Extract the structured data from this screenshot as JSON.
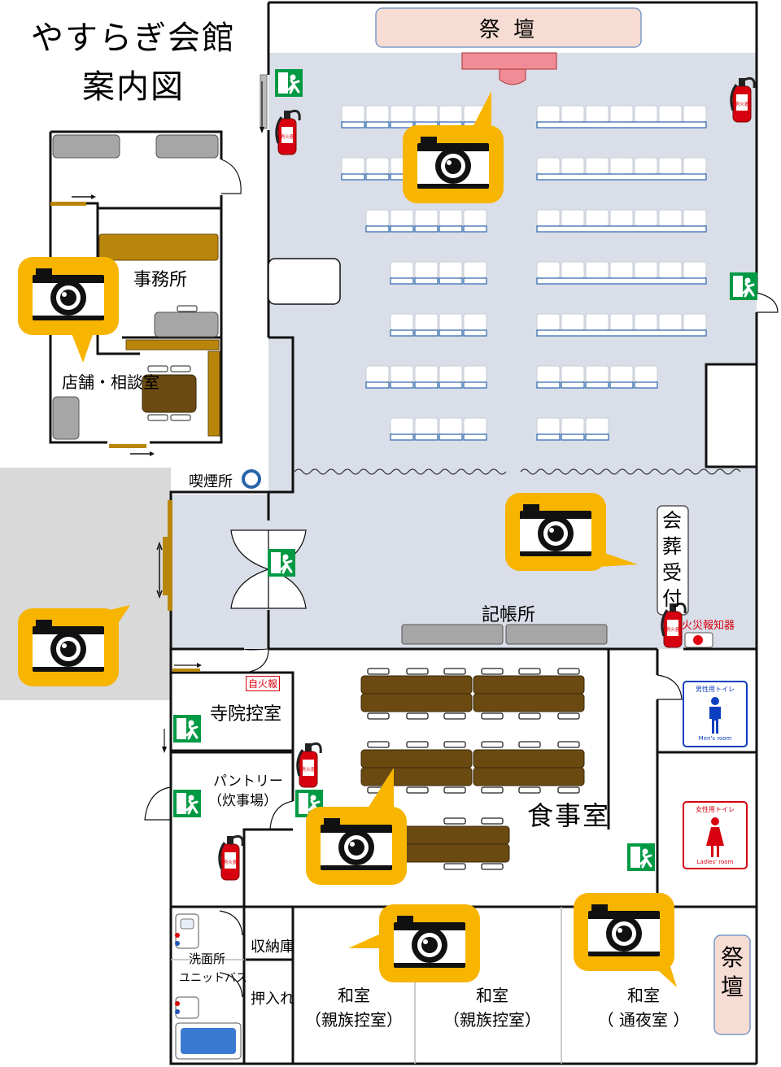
{
  "title": {
    "line1": "やすらぎ会館",
    "line2": "案内図"
  },
  "rooms": {
    "altar_top": "祭 壇",
    "altar_side": "祭壇",
    "office": "事務所",
    "shop": "店舗・相談室",
    "smoking": "喫煙所",
    "reception": [
      "会",
      "葬",
      "受",
      "付"
    ],
    "registry": "記帳所",
    "fire_alarm": "火災報知器",
    "temple": "寺院控室",
    "auto_fire": "自火報",
    "pantry": "パントリー",
    "pantry_sub": "（炊事場）",
    "dining": "食事室",
    "mens": "男性用トイレ",
    "mens_en": "Men's room",
    "ladies": "女性用トイレ",
    "ladies_en": "Ladies' room",
    "washroom": "洗面所",
    "unitbath": "ユニットバス",
    "storage": "収納庫",
    "closet": "押入れ",
    "washitsu1": "和室",
    "washitsu1_sub": "（親族控室）",
    "washitsu2": "和室",
    "washitsu2_sub": "（親族控室）",
    "washitsu3": "和室",
    "washitsu3_sub": "（ 通夜室 ）"
  },
  "icons": {
    "camera": "camera-icon",
    "exit": "emergency-exit-icon",
    "extinguisher": "fire-extinguisher-icon",
    "extinguisher_label": "消火器"
  },
  "colors": {
    "hall_floor": "#d9dee8",
    "camera_bubble": "#f8b500",
    "exit_green": "#009944",
    "extinguisher_red": "#d7000f",
    "wood": "#b8860b",
    "table_dark": "#6b4a12",
    "altar_pink": "#f6dcd3",
    "mens_blue": "#0b3fbf",
    "ladies_red": "#d7000f"
  }
}
